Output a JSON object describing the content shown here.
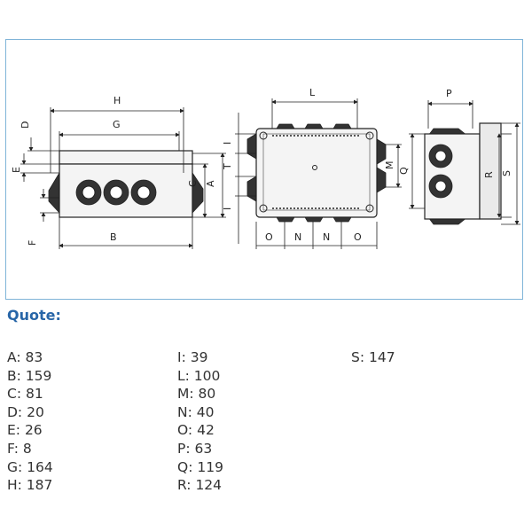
{
  "drawing": {
    "labels": {
      "H": "H",
      "G": "G",
      "D": "D",
      "E": "E",
      "F": "F",
      "B": "B",
      "C": "C",
      "A": "A",
      "L": "L",
      "I_top": "I",
      "T": "T",
      "I_bottom": "I",
      "M": "M",
      "O_left": "O",
      "N_left": "N",
      "N_right": "N",
      "O_right": "O",
      "P": "P",
      "Q": "Q",
      "R": "R",
      "S": "S"
    }
  },
  "quote": {
    "heading": "Quote:",
    "col1": [
      "A: 83",
      "B: 159",
      "C: 81",
      "D: 20",
      "E: 26",
      "F: 8",
      "G: 164",
      "H: 187"
    ],
    "col2": [
      "I: 39",
      "L: 100",
      "M: 80",
      "N: 40",
      "O: 42",
      "P: 63",
      "Q: 119",
      "R: 124"
    ],
    "col3": [
      "S: 147"
    ]
  }
}
